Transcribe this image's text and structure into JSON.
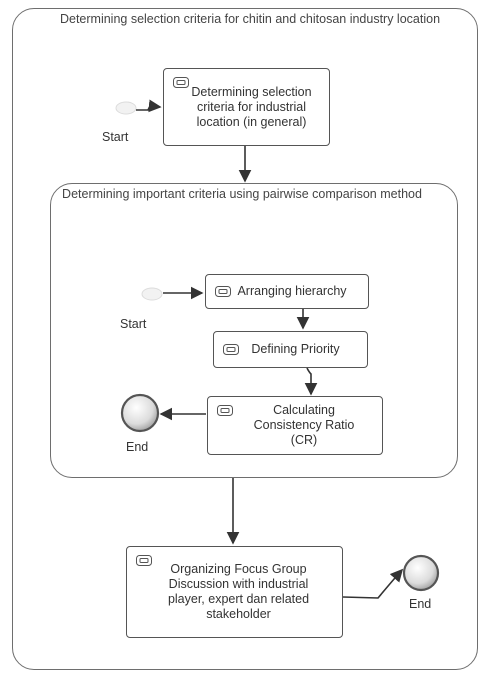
{
  "outer_title": "Determining selection criteria for chitin and chitosan industry location",
  "inner_title": "Determining important criteria using pairwise comparison method",
  "tasks": {
    "general_criteria": "Determining selection criteria for industrial location (in general)",
    "arranging": "Arranging hierarchy",
    "priority": "Defining Priority",
    "consistency": "Calculating Consistency Ratio (CR)",
    "fgd": "Organizing Focus Group Discussion with industrial player, expert dan related stakeholder"
  },
  "events": {
    "start_outer": "Start",
    "start_inner": "Start",
    "end_inner": "End",
    "end_outer": "End"
  }
}
